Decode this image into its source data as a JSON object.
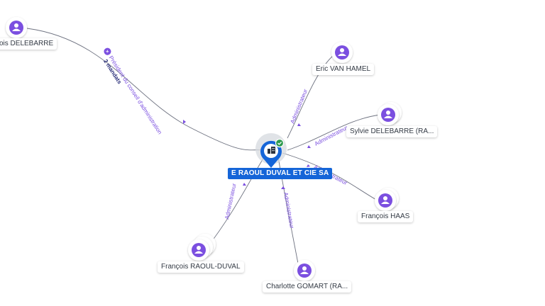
{
  "company": {
    "name": "E RAOUL DUVAL ET CIE SA",
    "icon": "building-icon",
    "status": "verified-check-icon",
    "accent_color": "#1565d8",
    "status_color": "#2e9a4e"
  },
  "people": [
    {
      "id": "delebarre-francois",
      "name": "ois DELEBARRE",
      "stack": 1
    },
    {
      "id": "van-hamel",
      "name": "Eric VAN HAMEL",
      "stack": 1
    },
    {
      "id": "sylvie-delebarre",
      "name": "Sylvie DELEBARRE (RA...",
      "stack": 2
    },
    {
      "id": "francois-haas",
      "name": "François HAAS",
      "stack": 2
    },
    {
      "id": "charlotte-gomart",
      "name": "Charlotte GOMART (RA...",
      "stack": 1
    },
    {
      "id": "francois-raoul-duval",
      "name": "François RAOUL-DUVAL",
      "stack": 3
    }
  ],
  "relations": [
    {
      "person": "delebarre-francois",
      "role": "Président du conseil d'administration",
      "mandates": "2 mandats"
    },
    {
      "person": "van-hamel",
      "role": "Administrateur"
    },
    {
      "person": "sylvie-delebarre",
      "role": "Administrateur"
    },
    {
      "person": "francois-haas",
      "role": "Administrateur"
    },
    {
      "person": "charlotte-gomart",
      "role": "Administrateur"
    },
    {
      "person": "francois-raoul-duval",
      "role": "Administrateur"
    }
  ],
  "colors": {
    "avatar": "#7b4fe0",
    "edge": "#6e7280",
    "edge_label": "#7b4fe0"
  }
}
